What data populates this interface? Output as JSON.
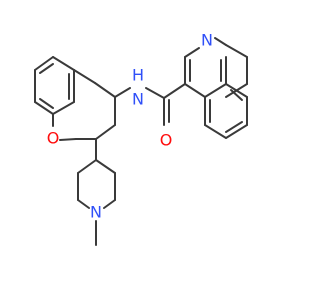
{
  "molecule": {
    "atoms": {
      "nh": "N",
      "nh_h": "H",
      "n_iso": "N",
      "o_carbonyl": "O",
      "o_ether": "O",
      "n_pip": "N"
    }
  },
  "colors": {
    "bond": "#3a3a3a",
    "nitrogen": "#3050f8",
    "oxygen": "#ff0d0d",
    "background": "#ffffff"
  }
}
